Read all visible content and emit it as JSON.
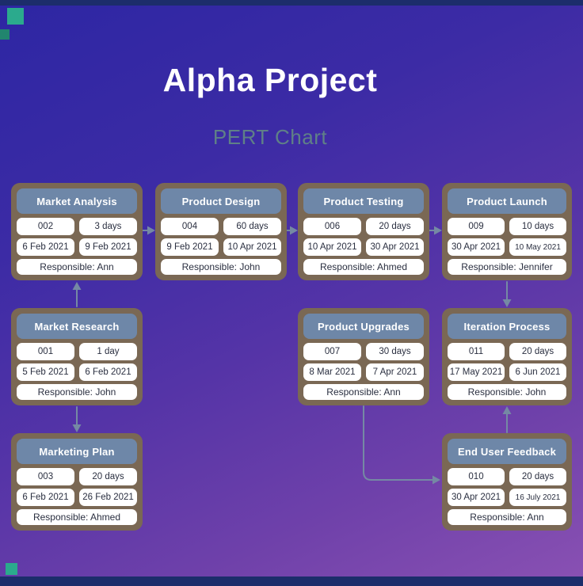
{
  "page": {
    "title": "Alpha Project",
    "subtitle": "PERT Chart"
  },
  "nodes": [
    {
      "title": "Market Analysis",
      "code": "002",
      "duration": "3 days",
      "start": "6 Feb 2021",
      "end": "9 Feb 2021",
      "responsible": "Responsible: Ann"
    },
    {
      "title": "Product Design",
      "code": "004",
      "duration": "60 days",
      "start": "9 Feb 2021",
      "end": "10 Apr 2021",
      "responsible": "Responsible: John"
    },
    {
      "title": "Product Testing",
      "code": "006",
      "duration": "20 days",
      "start": "10 Apr 2021",
      "end": "30 Apr 2021",
      "responsible": "Responsible: Ahmed"
    },
    {
      "title": "Product Launch",
      "code": "009",
      "duration": "10 days",
      "start": "30 Apr 2021",
      "end": "10 May 2021",
      "responsible": "Responsible: Jennifer"
    },
    {
      "title": "Market Research",
      "code": "001",
      "duration": "1 day",
      "start": "5 Feb 2021",
      "end": "6 Feb 2021",
      "responsible": "Responsible: John"
    },
    {
      "title": "Product Upgrades",
      "code": "007",
      "duration": "30 days",
      "start": "8 Mar 2021",
      "end": "7 Apr 2021",
      "responsible": "Responsible: Ann"
    },
    {
      "title": "Iteration Process",
      "code": "011",
      "duration": "20 days",
      "start": "17 May 2021",
      "end": "6 Jun 2021",
      "responsible": "Responsible: John"
    },
    {
      "title": "Marketing Plan",
      "code": "003",
      "duration": "20 days",
      "start": "6 Feb 2021",
      "end": "26 Feb 2021",
      "responsible": "Responsible: Ahmed"
    },
    {
      "title": "End User Feedback",
      "code": "010",
      "duration": "20 days",
      "start": "30 Apr 2021",
      "end": "16 July 2021",
      "responsible": "Responsible: Ann"
    }
  ],
  "edges": [
    {
      "from": "Market Research",
      "to": "Market Analysis"
    },
    {
      "from": "Market Research",
      "to": "Marketing Plan"
    },
    {
      "from": "Market Analysis",
      "to": "Product Design"
    },
    {
      "from": "Product Design",
      "to": "Product Testing"
    },
    {
      "from": "Product Testing",
      "to": "Product Launch"
    },
    {
      "from": "Product Launch",
      "to": "Iteration Process"
    },
    {
      "from": "Product Upgrades",
      "to": "End User Feedback"
    },
    {
      "from": "End User Feedback",
      "to": "Iteration Process"
    }
  ],
  "colors": {
    "background_top": "#2d26a3",
    "background_bottom": "#8a51b3",
    "card_frame_brown": "#7a6854",
    "card_header_blue": "#6e87a8",
    "cell_background": "#ffffff",
    "cell_text": "#2a2f40",
    "connector": "#7589a4",
    "accent_teal": "#2baa8d",
    "edge_bar_navy": "#1c2d6b",
    "subtitle_text": "#5f8087",
    "title_text": "#ffffff"
  }
}
